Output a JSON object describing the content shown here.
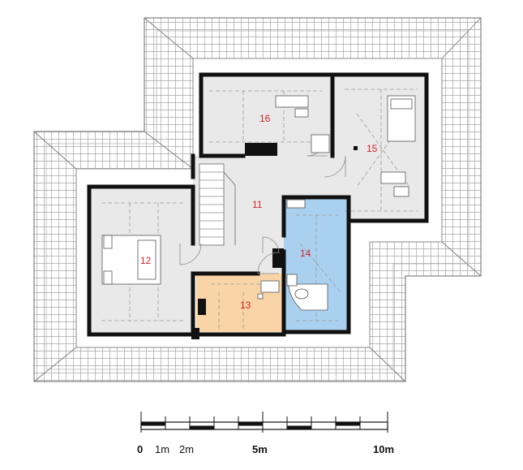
{
  "plan": {
    "colors": {
      "background": "#ffffff",
      "roof_tile": "#ffffff",
      "tile_line": "#9a9a9a",
      "floor": "#e9e9e9",
      "room13": "#f9d4a6",
      "room14": "#a9d1ef",
      "wall": "#111111",
      "room_number": "#d3232a"
    },
    "rooms": [
      {
        "number": "11",
        "fill": "floor"
      },
      {
        "number": "12",
        "fill": "floor"
      },
      {
        "number": "13",
        "fill": "room13"
      },
      {
        "number": "14",
        "fill": "room14"
      },
      {
        "number": "15",
        "fill": "floor"
      },
      {
        "number": "16",
        "fill": "floor"
      }
    ]
  },
  "scale_bar": {
    "labels": {
      "zero": "0",
      "one": "1m",
      "two": "2m",
      "five": "5m",
      "ten": "10m"
    }
  }
}
